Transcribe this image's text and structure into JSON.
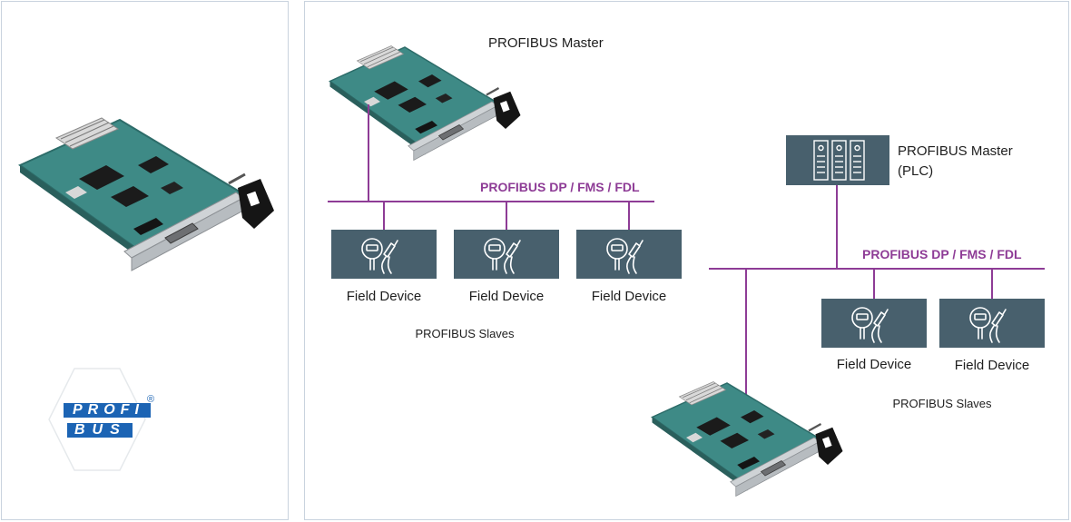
{
  "colors": {
    "bus": "#8e3c96",
    "device_box": "#48606d",
    "device_line": "#ffffff",
    "pcb": "#3e8a86",
    "panel_border": "#c9d3de",
    "logo_blue": "#1c64b4"
  },
  "logo": {
    "top_text": "PROFI",
    "bottom_text": "BUS",
    "registered_mark": "®"
  },
  "network1": {
    "master_label": "PROFIBUS Master",
    "bus_label": "PROFIBUS DP / FMS / FDL",
    "devices": [
      {
        "label": "Field Device",
        "icon": "field-device-icon"
      },
      {
        "label": "Field Device",
        "icon": "field-device-icon"
      },
      {
        "label": "Field Device",
        "icon": "field-device-icon"
      }
    ],
    "slaves_label": "PROFIBUS Slaves"
  },
  "network2": {
    "plc_label_line1": "PROFIBUS Master",
    "plc_label_line2": "(PLC)",
    "plc_icon": "plc-rack-icon",
    "bus_label": "PROFIBUS DP / FMS / FDL",
    "devices": [
      {
        "label": "Field Device",
        "icon": "field-device-icon"
      },
      {
        "label": "Field Device",
        "icon": "field-device-icon"
      }
    ],
    "slaves_label": "PROFIBUS Slaves"
  }
}
